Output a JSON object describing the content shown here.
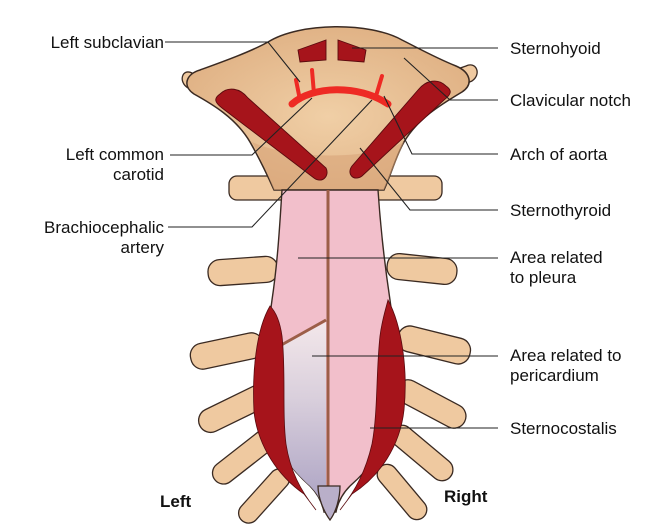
{
  "labels_left": {
    "left_subclavian": "Left subclavian",
    "left_common_carotid_1": "Left common",
    "left_common_carotid_2": "carotid",
    "brachiocephalic_1": "Brachiocephalic",
    "brachiocephalic_2": "artery"
  },
  "labels_right": {
    "sternohyoid": "Sternohyoid",
    "clavicular_notch": "Clavicular notch",
    "arch_of_aorta": "Arch of aorta",
    "sternothyroid": "Sternothyroid",
    "pleura_1": "Area related",
    "pleura_2": "to pleura",
    "pericardium_1": "Area related to",
    "pericardium_2": "pericardium",
    "sternocostalis": "Sternocostalis"
  },
  "side_labels": {
    "left": "Left",
    "right": "Right"
  },
  "colors": {
    "bone": "#eec9a0",
    "bone_dark": "#d4a476",
    "bone_outline": "#3a2a22",
    "muscle": "#a6141b",
    "artery": "#ee2a24",
    "pleura": "#f2bfcb",
    "pericardium_top": "#efe3e8",
    "pericardium_bottom": "#b8aecb",
    "leader": "#222222"
  }
}
